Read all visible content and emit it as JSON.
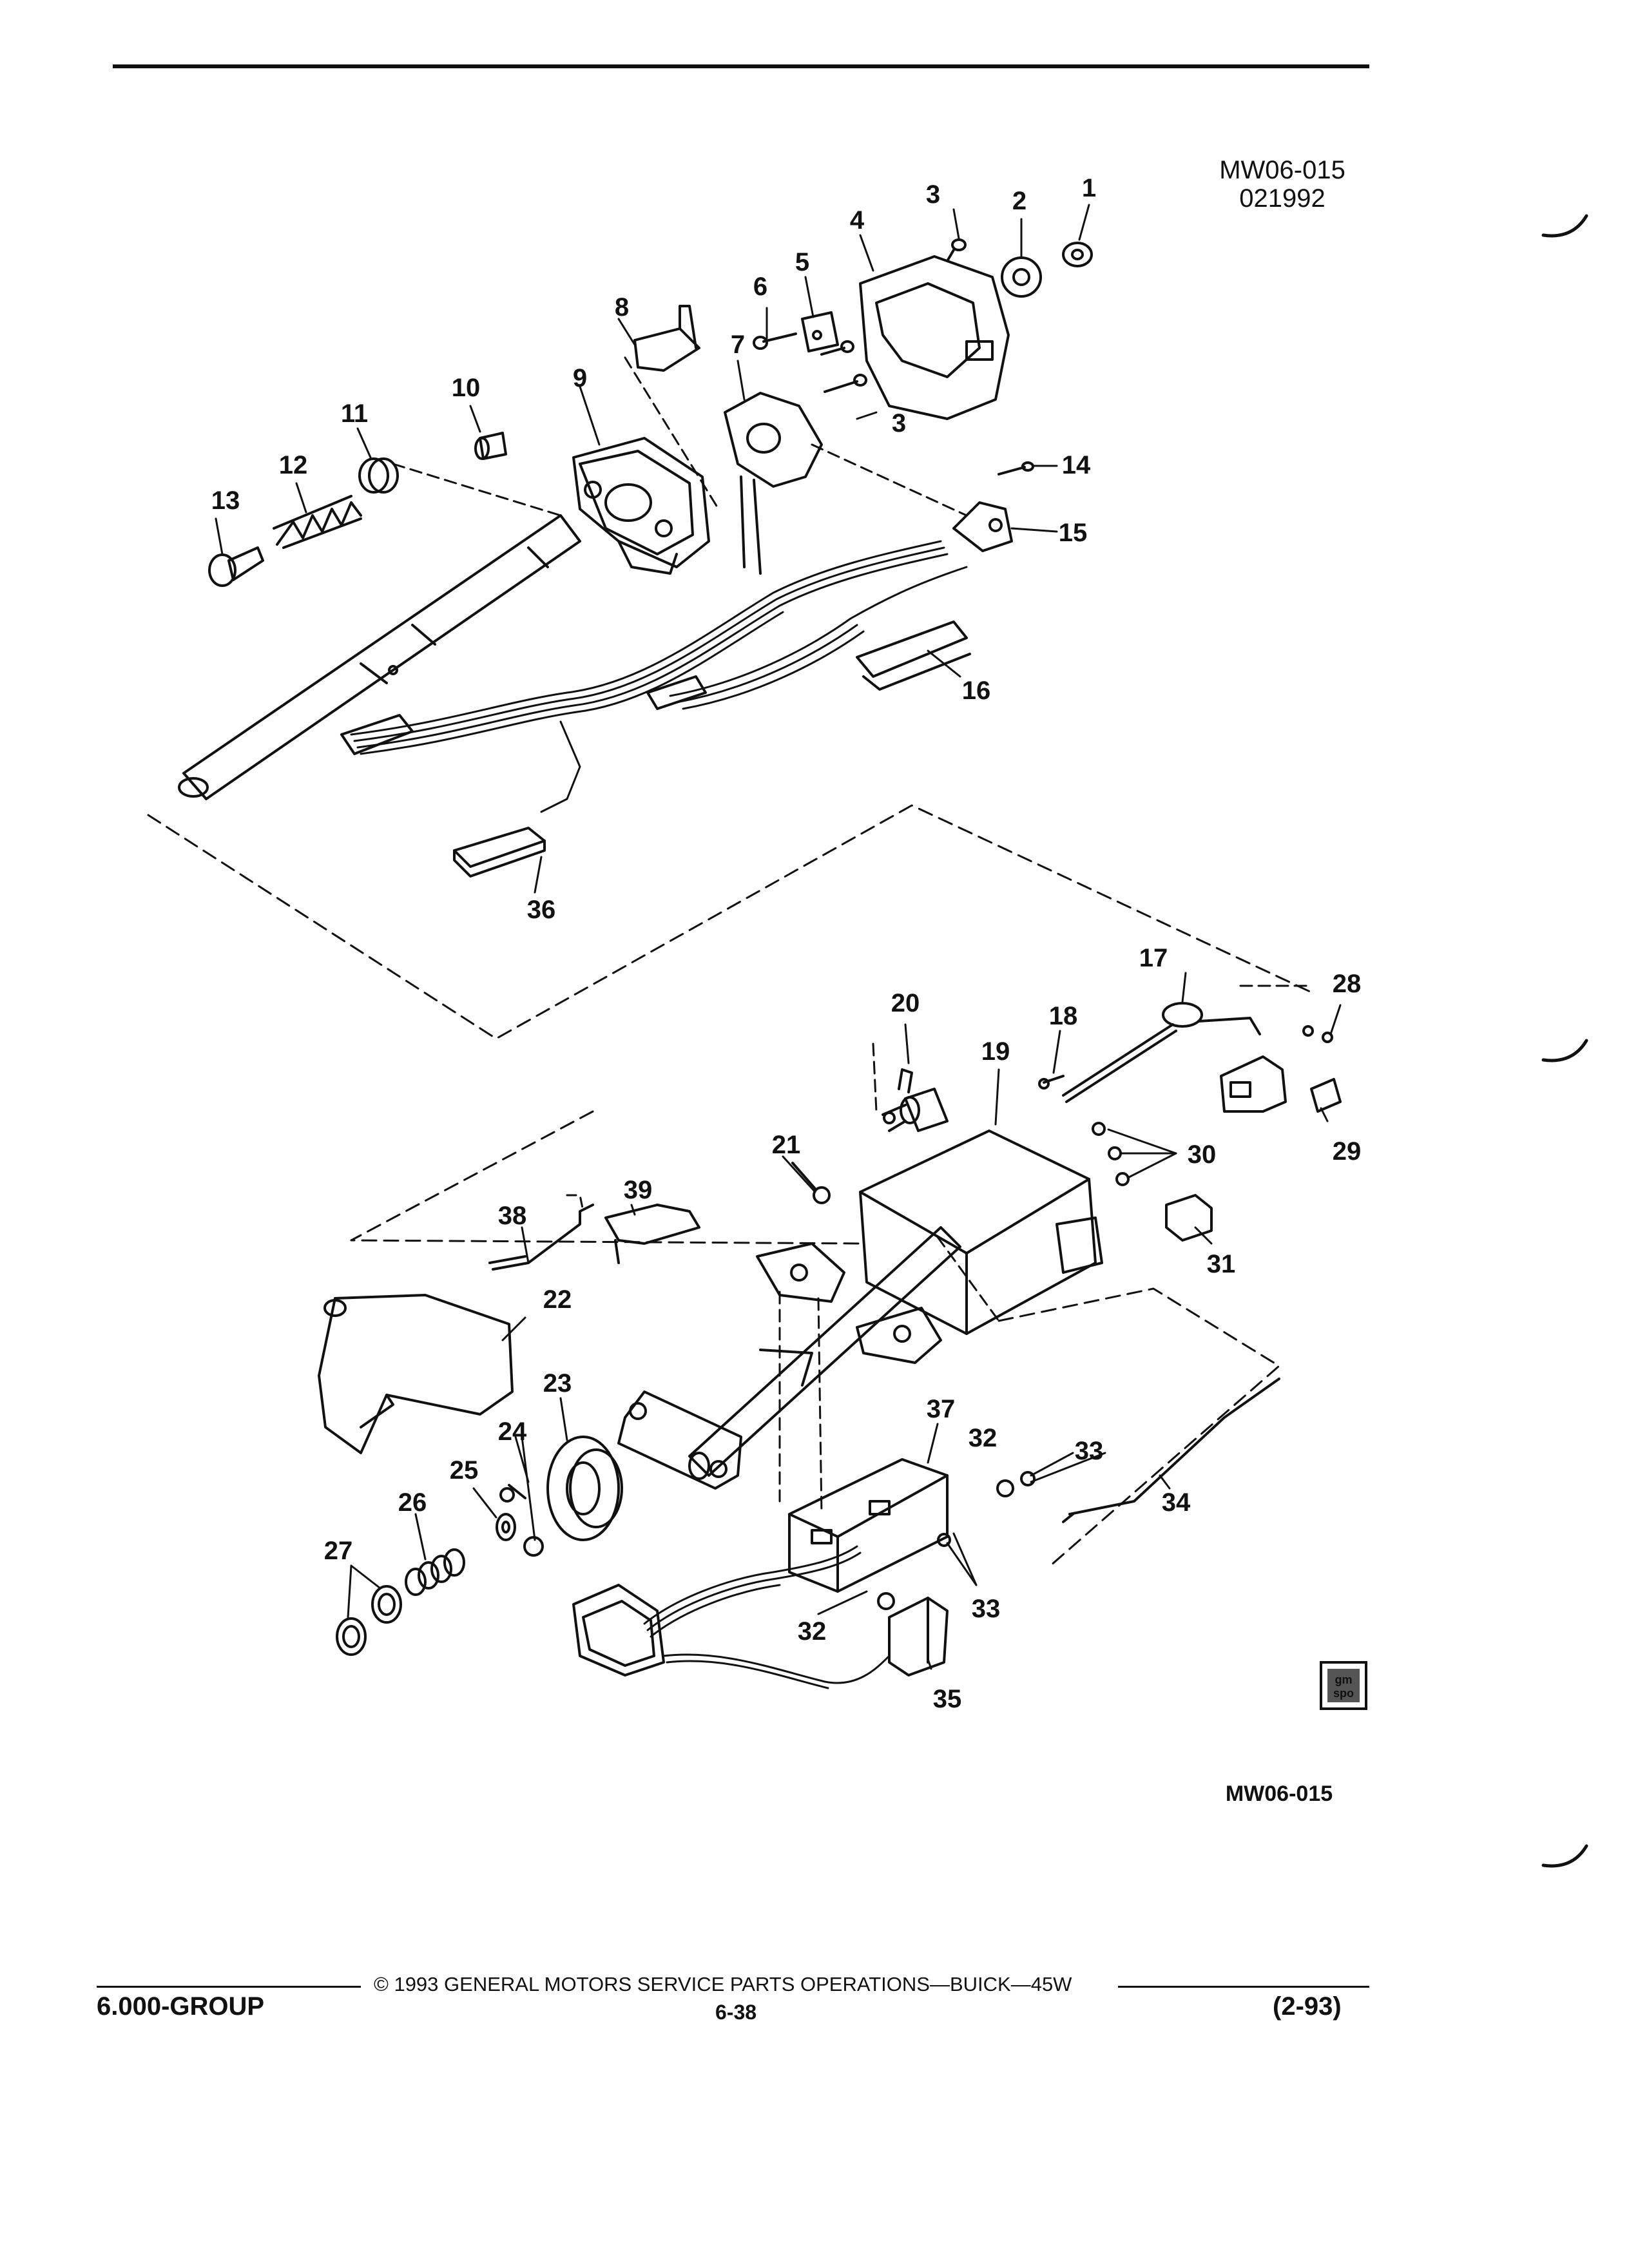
{
  "header": {
    "drawing_code": "MW06-015",
    "date_code": "021992"
  },
  "diagram": {
    "callouts": [
      "1",
      "2",
      "3",
      "4",
      "5",
      "6",
      "7",
      "8",
      "9",
      "10",
      "11",
      "12",
      "13",
      "14",
      "15",
      "16",
      "17",
      "18",
      "19",
      "20",
      "21",
      "22",
      "23",
      "24",
      "25",
      "26",
      "27",
      "28",
      "29",
      "30",
      "31",
      "32",
      "33",
      "34",
      "35",
      "36",
      "37",
      "38",
      "39"
    ],
    "bottom_code": "MW06-015",
    "logo_text": [
      "gm",
      "spo"
    ]
  },
  "footer": {
    "copyright": "© 1993 GENERAL MOTORS SERVICE PARTS OPERATIONS—BUICK—45W",
    "group": "6.000-GROUP",
    "page": "6-38",
    "revision": "(2-93)"
  }
}
